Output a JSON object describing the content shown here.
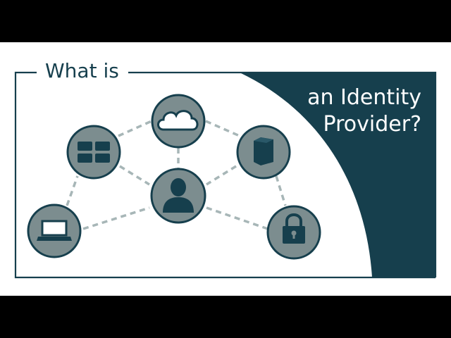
{
  "title": {
    "line1": "What is",
    "line2": "an Identity",
    "line3": "Provider?"
  },
  "colors": {
    "band": "#000000",
    "canvas": "#ffffff",
    "accent": "#163f4d",
    "node_fill": "#7c8d8f",
    "icon": "#163f4d",
    "icon_light": "#ffffff",
    "connector": "#a7b6b7"
  },
  "nodes": [
    {
      "id": "center",
      "icon": "user-icon"
    },
    {
      "id": "cloud",
      "icon": "cloud-icon"
    },
    {
      "id": "grid",
      "icon": "grid-icon"
    },
    {
      "id": "database",
      "icon": "database-icon"
    },
    {
      "id": "laptop",
      "icon": "laptop-icon"
    },
    {
      "id": "lock",
      "icon": "lock-icon"
    }
  ]
}
